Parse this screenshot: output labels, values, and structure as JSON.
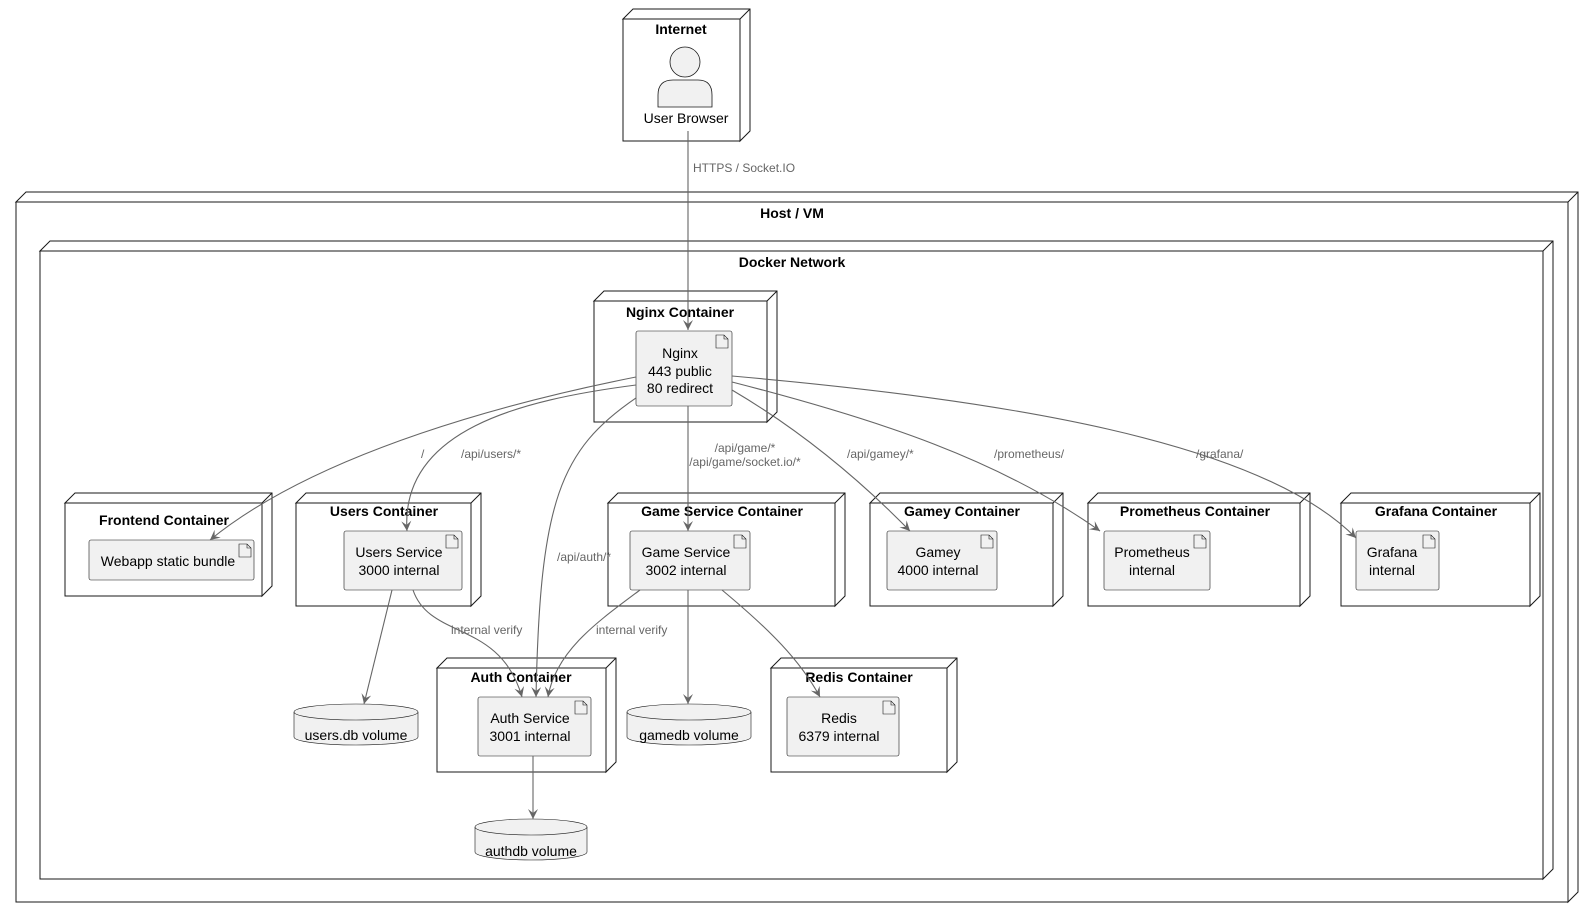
{
  "nodes": {
    "internet": "Internet",
    "host": "Host / VM",
    "docker": "Docker Network",
    "nginx_container": "Nginx Container",
    "frontend_container": "Frontend Container",
    "users_container": "Users Container",
    "game_container": "Game Service Container",
    "gamey_container": "Gamey Container",
    "prometheus_container": "Prometheus Container",
    "grafana_container": "Grafana Container",
    "auth_container": "Auth Container",
    "redis_container": "Redis Container"
  },
  "actor": {
    "label": "User Browser"
  },
  "components": {
    "nginx": [
      "Nginx",
      "443 public",
      "80 redirect"
    ],
    "webapp": [
      "Webapp static bundle"
    ],
    "users": [
      "Users Service",
      "3000 internal"
    ],
    "game": [
      "Game Service",
      "3002 internal"
    ],
    "gamey": [
      "Gamey",
      "4000 internal"
    ],
    "prometheus": [
      "Prometheus",
      "internal"
    ],
    "grafana": [
      "Grafana",
      "internal"
    ],
    "auth": [
      "Auth Service",
      "3001 internal"
    ],
    "redis": [
      "Redis",
      "6379 internal"
    ]
  },
  "databases": {
    "usersdb": "users.db volume",
    "gamedb": "gamedb volume",
    "authdb": "authdb volume"
  },
  "edges": {
    "https": "HTTPS / Socket.IO",
    "root": "/",
    "api_users": "/api/users/*",
    "api_game_1": "/api/game/*",
    "api_game_2": "/api/game/socket.io/*",
    "api_gamey": "/api/gamey/*",
    "prometheus": "/prometheus/",
    "grafana": "/grafana/",
    "api_auth": "/api/auth/*",
    "internal_verify_users": "internal verify",
    "internal_verify_game": "internal verify"
  },
  "colors": {
    "line": "#666666",
    "box_fill": "#f1f1f1",
    "border": "#181818"
  }
}
